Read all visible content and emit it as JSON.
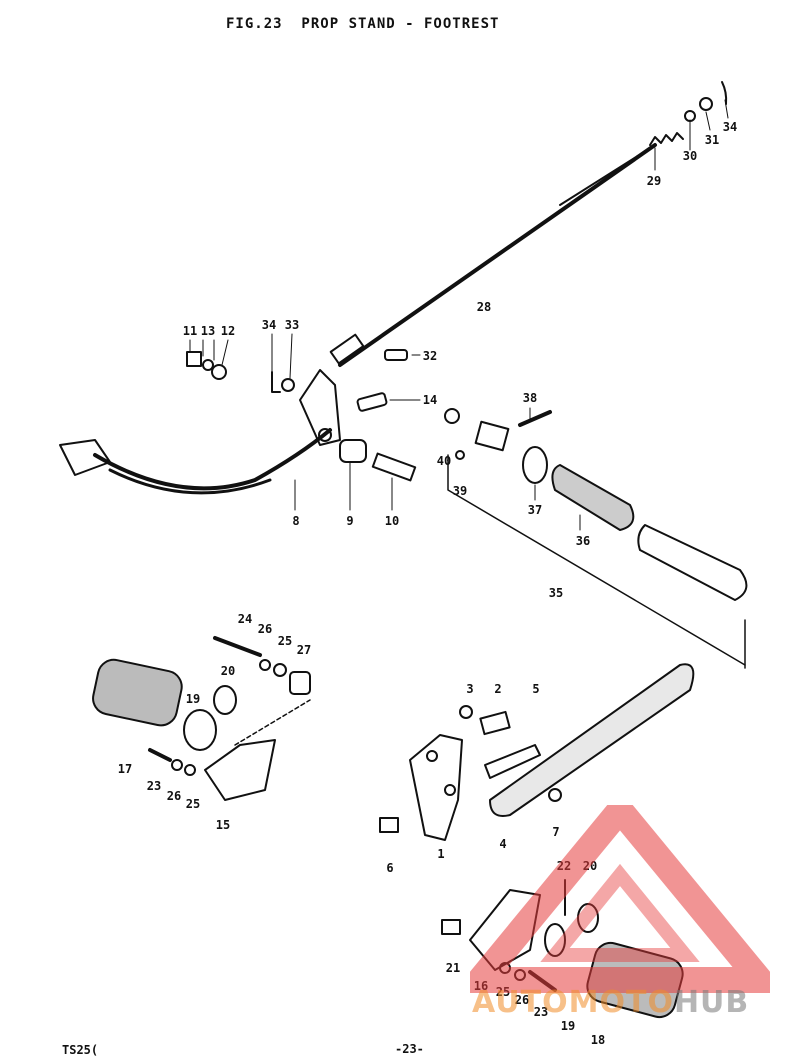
{
  "title": "FIG.23  PROP STAND - FOOTREST",
  "footer": {
    "model": "TS25(",
    "page": "-23-"
  },
  "watermark": {
    "brand_part1": "AUTOMOTO",
    "brand_part2": "HUB"
  },
  "callouts": {
    "p1": "1",
    "p2": "2",
    "p3": "3",
    "p4": "4",
    "p5": "5",
    "p6": "6",
    "p7": "7",
    "p8": "8",
    "p9": "9",
    "p10": "10",
    "p11": "11",
    "p12": "12",
    "p13": "13",
    "p14": "14",
    "p15": "15",
    "p16": "16",
    "p17": "17",
    "p18": "18",
    "p19": "19",
    "p20": "20",
    "p21": "21",
    "p22": "22",
    "p23": "23",
    "p24": "24",
    "p25": "25",
    "p26": "26",
    "p27": "27",
    "p28": "28",
    "p29": "29",
    "p30": "30",
    "p31": "31",
    "p32": "32",
    "p33": "33",
    "p34": "34",
    "p35": "35",
    "p36": "36",
    "p37": "37",
    "p38": "38",
    "p39": "39",
    "p40": "40"
  }
}
